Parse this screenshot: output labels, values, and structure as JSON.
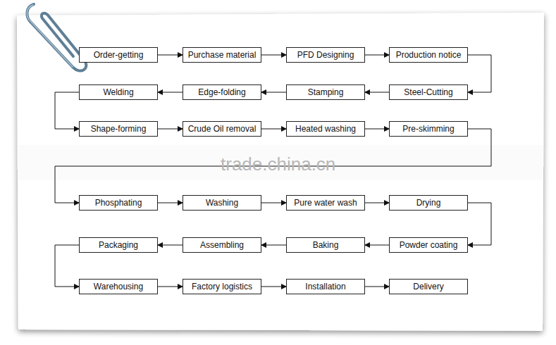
{
  "diagram": {
    "nodes": [
      {
        "text": [
          "Order-getting"
        ]
      },
      {
        "text": [
          "Purchase  material"
        ]
      },
      {
        "text": [
          "PFD Designing"
        ]
      },
      {
        "text": [
          "Production notice"
        ]
      },
      {
        "text": [
          "Steel-Cutting"
        ]
      },
      {
        "text": [
          "Stamping"
        ]
      },
      {
        "text": [
          "Edge-folding"
        ]
      },
      {
        "text": [
          "Welding"
        ]
      },
      {
        "text": [
          "Shape-forming"
        ]
      },
      {
        "text": [
          "Crude Oil removal"
        ]
      },
      {
        "text": [
          "Heated washing"
        ]
      },
      {
        "text": [
          "Pre-skimming"
        ]
      },
      {
        "text": [
          "Phosphating"
        ]
      },
      {
        "text": [
          "Washing"
        ]
      },
      {
        "text": [
          "Pure water wash"
        ]
      },
      {
        "text": [
          "Drying"
        ]
      },
      {
        "text": [
          "Powder coating"
        ]
      },
      {
        "text": [
          "Baking"
        ]
      },
      {
        "text": [
          "Assembling"
        ]
      },
      {
        "text": [
          "Packaging"
        ]
      },
      {
        "text": [
          "Warehousing"
        ]
      },
      {
        "text": [
          "Factory logistics"
        ]
      },
      {
        "text": [
          "Installation"
        ]
      },
      {
        "text": [
          "Delivery"
        ]
      }
    ],
    "edges": [
      {
        "from": 0,
        "to": 1,
        "arrow": "to"
      },
      {
        "from": 1,
        "to": 2,
        "arrow": "to"
      },
      {
        "from": 2,
        "to": 3,
        "arrow": "to"
      },
      {
        "from": 3,
        "to": 4,
        "arrow": "to"
      },
      {
        "from": 4,
        "to": 5,
        "arrow": "to"
      },
      {
        "from": 5,
        "to": 6,
        "arrow": "to"
      },
      {
        "from": 6,
        "to": 7,
        "arrow": "to"
      },
      {
        "from": 7,
        "to": 8,
        "arrow": "to"
      },
      {
        "from": 8,
        "to": 9,
        "arrow": "to"
      },
      {
        "from": 9,
        "to": 10,
        "arrow": "to"
      },
      {
        "from": 10,
        "to": 11,
        "arrow": "to"
      },
      {
        "from": 11,
        "to": 12,
        "arrow": "to"
      },
      {
        "from": 12,
        "to": 13,
        "arrow": "to"
      },
      {
        "from": 13,
        "to": 14,
        "arrow": "to"
      },
      {
        "from": 14,
        "to": 15,
        "arrow": "to"
      },
      {
        "from": 15,
        "to": 16,
        "arrow": "to"
      },
      {
        "from": 16,
        "to": 17,
        "arrow": "to"
      },
      {
        "from": 17,
        "to": 18,
        "arrow": "to"
      },
      {
        "from": 18,
        "to": 19,
        "arrow": "to"
      },
      {
        "from": 19,
        "to": 20,
        "arrow": "to"
      },
      {
        "from": 20,
        "to": 21,
        "arrow": "to"
      },
      {
        "from": 21,
        "to": 22,
        "arrow": "to"
      },
      {
        "from": 22,
        "to": 23,
        "arrow": "to"
      }
    ],
    "labels": [
      "trade.china.cn"
    ]
  }
}
